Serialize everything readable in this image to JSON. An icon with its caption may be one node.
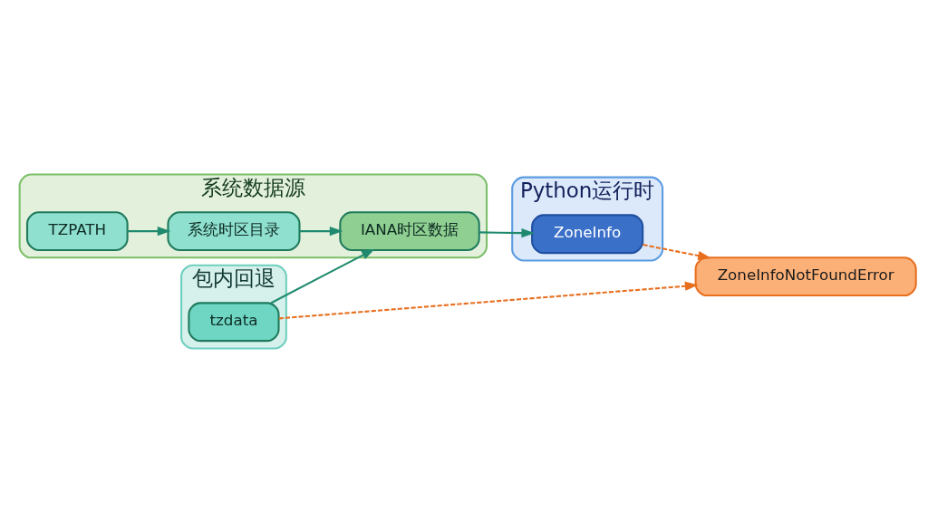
{
  "diagram": {
    "nodes": [
      {
        "text": [
          "Python运行时"
        ]
      },
      {
        "text": [
          "ZoneInfo"
        ],
        "in": 0
      },
      {
        "text": [
          "系统数据源"
        ]
      },
      {
        "text": [
          "TZPATH"
        ],
        "in": 2
      },
      {
        "text": [
          "系统时区目录"
        ],
        "in": 2
      },
      {
        "text": [
          "IANA时区数据"
        ],
        "in": 2
      },
      {
        "text": [
          "包内回退"
        ]
      },
      {
        "text": [
          "tzdata"
        ],
        "in": 6
      },
      {
        "text": [
          "ZoneInfoNotFoundError"
        ]
      }
    ],
    "edges": [
      {
        "from": 3,
        "to": 4,
        "arrow": "to"
      },
      {
        "from": 4,
        "to": 5,
        "arrow": "to"
      },
      {
        "from": 7,
        "to": 5,
        "arrow": "to"
      },
      {
        "from": 5,
        "to": 1,
        "arrow": "to"
      },
      {
        "from": 1,
        "to": 8,
        "arrow": "to",
        "style": "dashed",
        "color": "#e86f1f"
      },
      {
        "from": 7,
        "to": 8,
        "arrow": "to",
        "style": "dashed",
        "color": "#e86f1f"
      }
    ]
  }
}
